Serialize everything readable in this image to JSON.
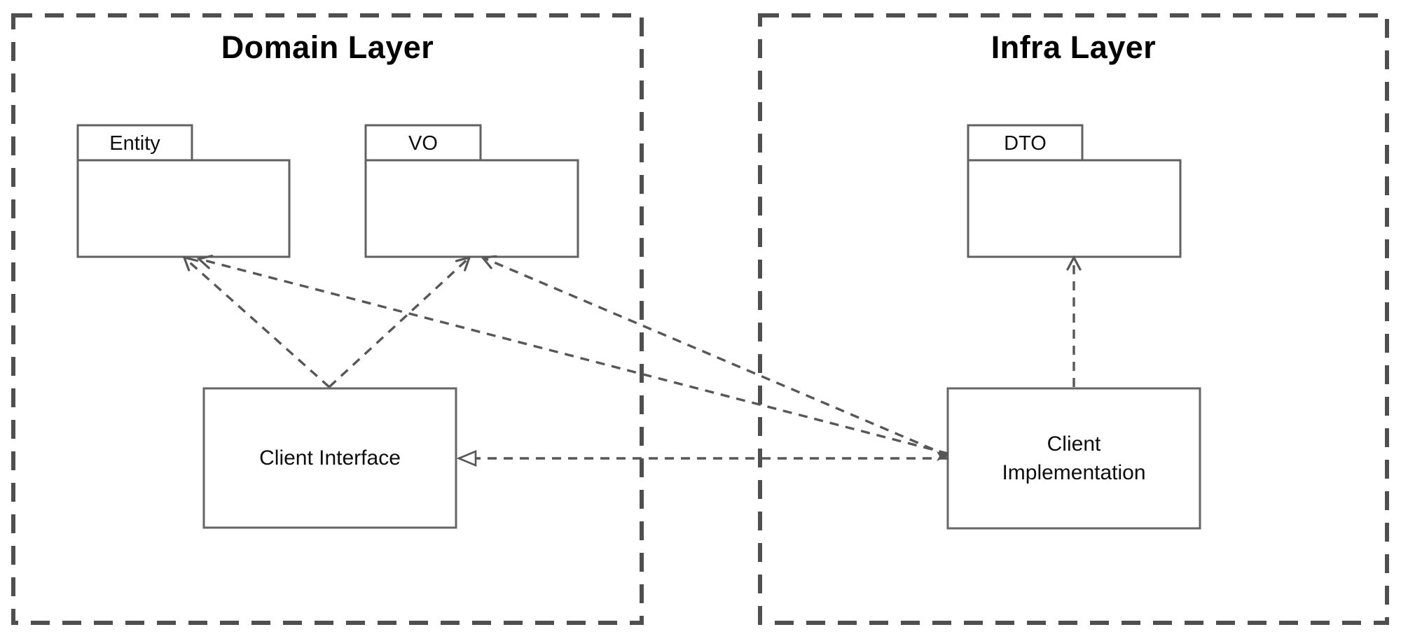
{
  "diagram": {
    "background": "#ffffff",
    "layers": [
      {
        "id": "domain-layer",
        "title": "Domain Layer"
      },
      {
        "id": "infra-layer",
        "title": "Infra Layer"
      }
    ],
    "packages": [
      {
        "id": "entity",
        "label": "Entity",
        "layer": "Domain Layer"
      },
      {
        "id": "vo",
        "label": "VO",
        "layer": "Domain Layer"
      },
      {
        "id": "dto",
        "label": "DTO",
        "layer": "Infra Layer"
      }
    ],
    "nodes": [
      {
        "id": "client-interface",
        "label": "Client Interface",
        "layer": "Domain Layer"
      },
      {
        "id": "client-implementation",
        "label": "Client\nImplementation",
        "layer": "Infra Layer"
      }
    ],
    "connectors": [
      {
        "from": "Client Interface",
        "to": "Entity",
        "style": "dashed",
        "arrowhead": "open"
      },
      {
        "from": "Client Interface",
        "to": "VO",
        "style": "dashed",
        "arrowhead": "open"
      },
      {
        "from": "Client Implementation",
        "to": "Entity",
        "style": "dashed",
        "arrowhead": "open"
      },
      {
        "from": "Client Implementation",
        "to": "VO",
        "style": "dashed",
        "arrowhead": "open"
      },
      {
        "from": "Client Implementation",
        "to": "DTO",
        "style": "dashed",
        "arrowhead": "open"
      },
      {
        "from": "Client Implementation",
        "to": "Client Interface",
        "style": "dashed",
        "arrowhead": "hollow-triangle"
      }
    ],
    "colors": {
      "layer_border": "#4f4f4f",
      "shape_border": "#616161",
      "connector": "#575757",
      "text": "#000000"
    }
  }
}
